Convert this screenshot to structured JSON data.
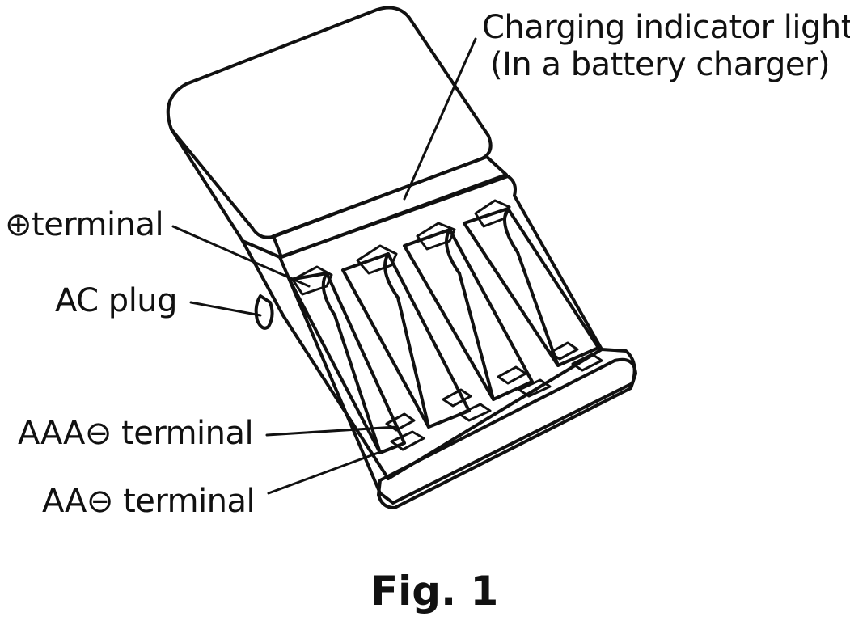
{
  "labels": {
    "charging_light_line1": "Charging indicator light",
    "charging_light_line2": "(In a battery charger)",
    "plus_terminal": "⊕terminal",
    "ac_plug": "AC plug",
    "aaa_minus_terminal": "AAA⊖ terminal",
    "aa_minus_terminal": "AA⊖ terminal"
  },
  "caption": "Fig. 1"
}
